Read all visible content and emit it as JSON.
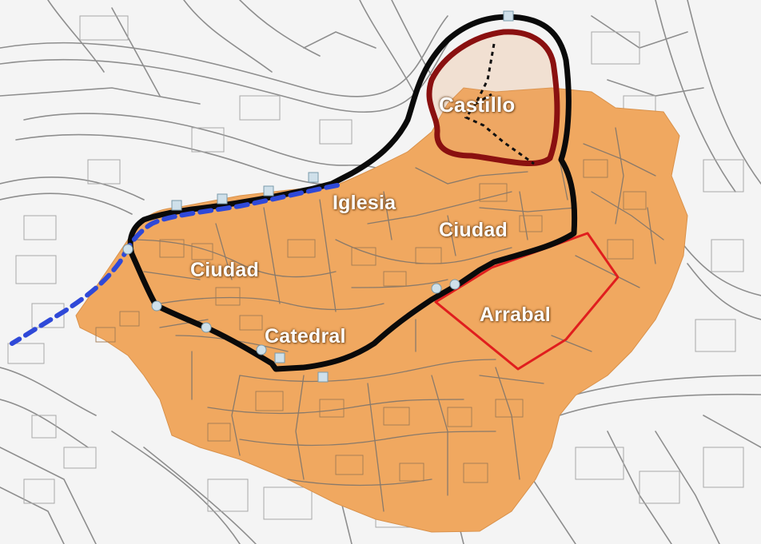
{
  "map": {
    "labels": {
      "castillo": "Castillo",
      "iglesia": "Iglesia",
      "ciudad_east": "Ciudad",
      "ciudad_west": "Ciudad",
      "catedral": "Catedral",
      "arrabal": "Arrabal"
    },
    "colors": {
      "town_fill": "#f0a860",
      "street_line": "#8a7a6a",
      "background": "#f4f4f4",
      "wall_black": "#0a0a0a",
      "wall_blue_dashed": "#2f49d8",
      "castillo_outline": "#8a1010",
      "arrabal_outline": "#e01e1e",
      "gate_marker": "#cfe0ea",
      "tower_marker": "#bcd6e6"
    }
  }
}
